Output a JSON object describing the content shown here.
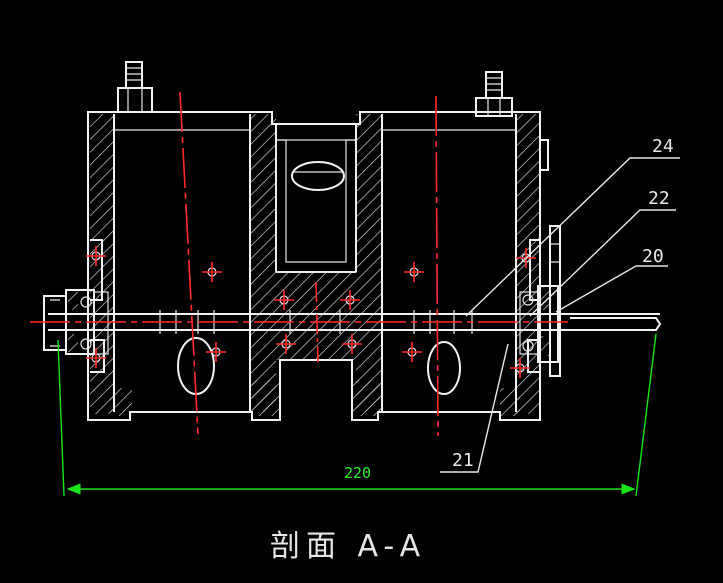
{
  "drawing": {
    "title": "剖面 A-A",
    "dimension_text": "220",
    "callouts": [
      {
        "id": "callout-24",
        "label": "24"
      },
      {
        "id": "callout-22",
        "label": "22"
      },
      {
        "id": "callout-20",
        "label": "20"
      },
      {
        "id": "callout-21",
        "label": "21"
      }
    ]
  },
  "colors": {
    "background": "#000000",
    "outline": "#f2f2f2",
    "centerline": "#ff2a2a",
    "dimension": "#19e619"
  }
}
